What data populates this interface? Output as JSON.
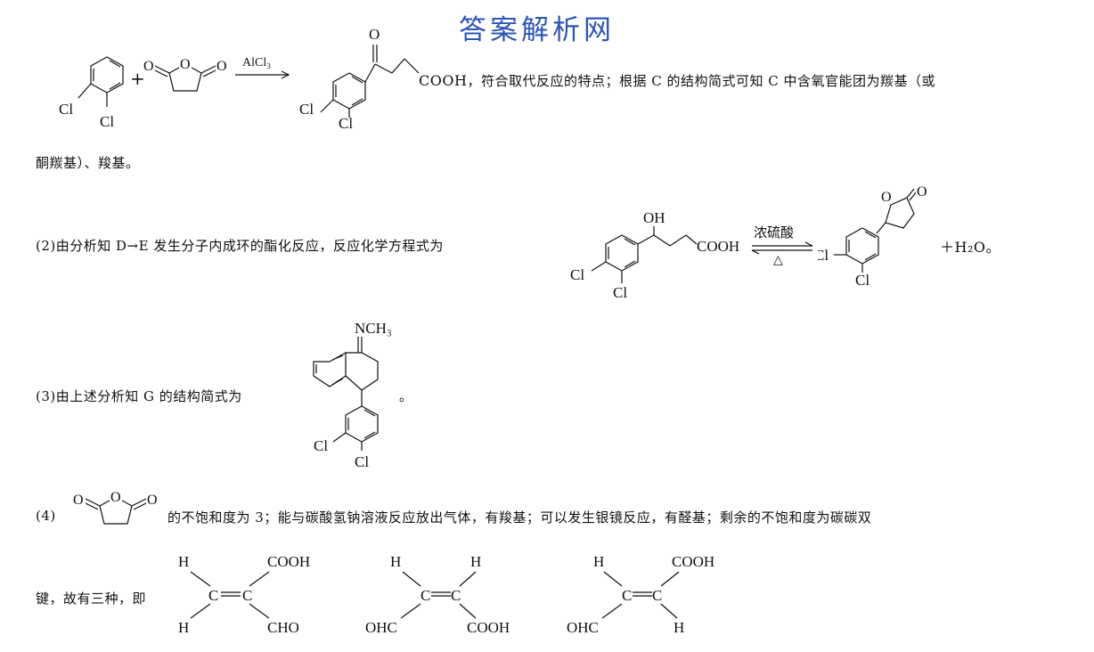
{
  "watermark": "答案解析网",
  "part1": {
    "reagent_anhydride_o": "O",
    "plus": "+",
    "catalyst": "AlCl₃",
    "reactant_cl1": "Cl",
    "reactant_cl2": "Cl",
    "product_o": "O",
    "product_cl1": "Cl",
    "product_cl2": "Cl",
    "product_group": "COOH",
    "text_line1": "，符合取代反应的特点；根据 C 的结构简式可知 C 中含氧官能团为羰基（或",
    "text_line2": "酮羰基）、羧基。"
  },
  "part2": {
    "text": "(2)由分析知 D→E 发生分子内成环的酯化反应，反应化学方程式为",
    "reactant_oh": "OH",
    "reactant_cooh": "COOH",
    "reactant_cl1": "Cl",
    "reactant_cl2": "Cl",
    "condition_top": "浓硫酸",
    "condition_bottom": "△",
    "product_o": "O",
    "product_cl1": "Cl",
    "product_cl2": "Cl",
    "byproduct": "＋H₂O。"
  },
  "part3": {
    "text": "(3)由上述分析知 G 的结构简式为",
    "imine": "NCH₃",
    "cl1": "Cl",
    "cl2": "Cl",
    "end": "。"
  },
  "part4": {
    "label": "(4)",
    "o_atom": "O",
    "text": "的不饱和度为 3；能与碳酸氢钠溶液反应放出气体，有羧基；可以发生银镜反应，有醛基；剩余的不饱和度为碳碳双",
    "text_line2": "键，故有三种，即",
    "isomer1": {
      "tl": "H",
      "tr": "COOH",
      "bl": "H",
      "br": "CHO",
      "c": "C"
    },
    "isomer2": {
      "tl": "H",
      "tr": "H",
      "bl": "OHC",
      "br": "COOH",
      "c": "C"
    },
    "isomer3": {
      "tl": "H",
      "tr": "COOH",
      "bl": "OHC",
      "br": "H",
      "c": "C"
    }
  }
}
